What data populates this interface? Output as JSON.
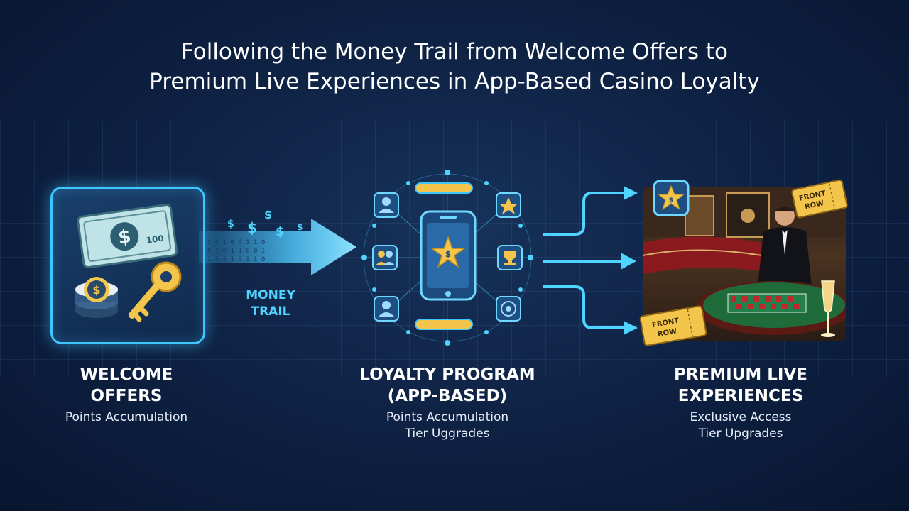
{
  "title": {
    "line1": "Following the Money Trail from Welcome Offers to",
    "line2": "Premium Live Experiences in App-Based Casino Loyalty"
  },
  "welcome": {
    "heading_line1": "WELCOME",
    "heading_line2": "OFFERS",
    "sub1": "Points Accumulation",
    "banknote_value": "100",
    "icons": [
      "banknote-icon",
      "casino-chip-icon",
      "key-icon"
    ]
  },
  "trail": {
    "label_line1": "MONEY",
    "label_line2": "TRAIL",
    "icons": [
      "dollar-sign-icon",
      "arrow-right-icon"
    ]
  },
  "loyalty": {
    "heading_line1": "LOYALTY PROGRAM",
    "heading_line2": "(APP-BASED)",
    "sub1": "Points Accumulation",
    "sub2": "Tier Uggrades",
    "icons": [
      "smartphone-star-icon",
      "user-icon",
      "group-icon",
      "star-badge-icon",
      "trophy-icon",
      "vip-badge-icon"
    ]
  },
  "premium": {
    "heading_line1": "PREMIUM LIVE",
    "heading_line2": "EXPERIENCES",
    "sub1": "Exclusive Access",
    "sub2": "Tier Upgrades",
    "ticket_top_line1": "FRONT",
    "ticket_top_line2": "ROW",
    "ticket_bottom_line1": "FRONT",
    "ticket_bottom_line2": "ROW",
    "icons": [
      "star-badge-icon",
      "ticket-icon",
      "croupier-photo",
      "champagne-glass-icon"
    ]
  },
  "colors": {
    "accent_cyan": "#3ec6ff",
    "gold": "#f3c54a",
    "background": "#0f2345"
  }
}
